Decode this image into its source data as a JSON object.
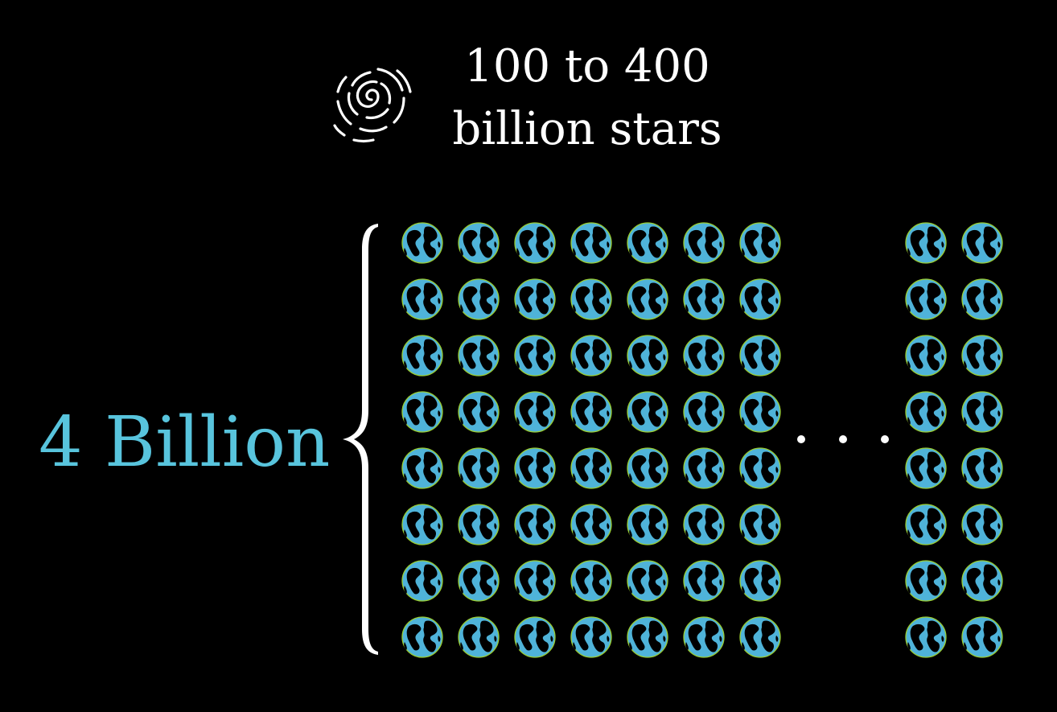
{
  "stars_label": {
    "line1": "100 to 400",
    "line2": "billion stars"
  },
  "planet_count_label": "4 Billion",
  "grid": {
    "rows": 8,
    "left_columns": 7,
    "right_columns": 2,
    "ellipsis": "…"
  },
  "icons": {
    "galaxy": "galaxy-icon",
    "planet": "earth-icon",
    "brace": "left-curly-brace"
  },
  "colors": {
    "background": "#000000",
    "text": "#ffffff",
    "accent_blue": "#58c4dd",
    "planet_fill": "#4fb3d9",
    "planet_ring": "#9acd32"
  }
}
